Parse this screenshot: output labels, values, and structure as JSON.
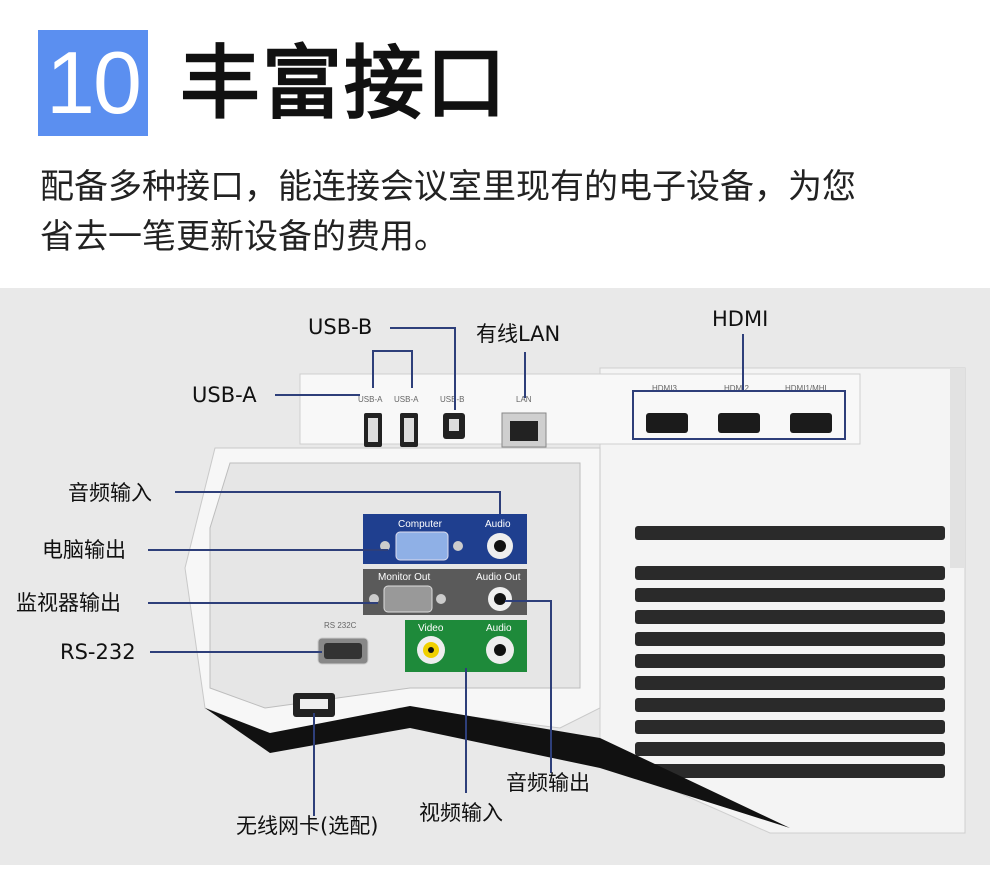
{
  "header": {
    "number": "10",
    "title": "丰富接口",
    "description_line1": "配备多种接口，能连接会议室里现有的电子设备，为您",
    "description_line2": "省去一笔更新设备的费用。"
  },
  "callouts": {
    "usb_b": "USB-B",
    "lan": "有线LAN",
    "hdmi": "HDMI",
    "usb_a": "USB-A",
    "audio_in": "音频输入",
    "pc_out": "电脑输出",
    "monitor_out": "监视器输出",
    "rs232": "RS-232",
    "audio_out": "音频输出",
    "video_in": "视频输入",
    "wireless": "无线网卡(选配)"
  },
  "panel": {
    "usb_a_1": "USB-A",
    "usb_a_2": "USB-A",
    "usb_b": "USB-B",
    "lan": "LAN",
    "hdmi3": "HDMI3",
    "hdmi2": "HDMI2",
    "hdmi1": "HDMI1/MHL",
    "computer": "Computer",
    "audio": "Audio",
    "monitor_out": "Monitor Out",
    "audio_out": "Audio Out",
    "video": "Video",
    "audio2": "Audio",
    "rs232c": "RS 232C"
  },
  "colors": {
    "badge": "#5b8ff0",
    "line": "#2e3f7a",
    "computer_panel": "#1f3f8f",
    "monitor_panel": "#5a5a5a",
    "video_panel": "#1e8a3a"
  }
}
